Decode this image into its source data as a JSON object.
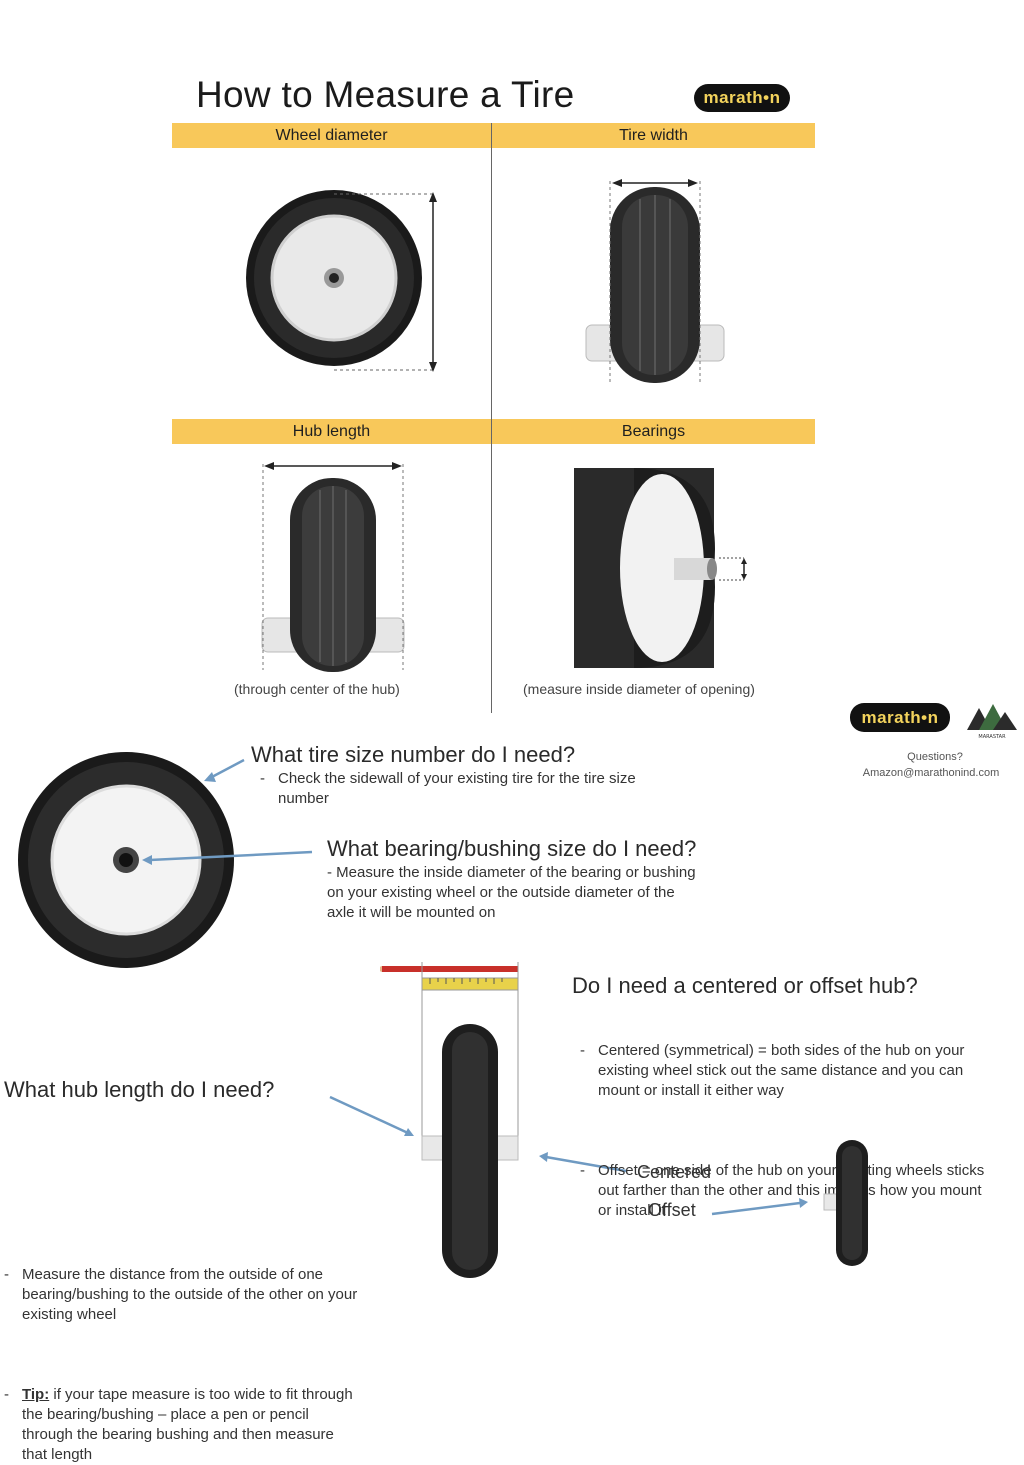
{
  "title": "How to Measure a Tire",
  "brand_logo": "marath•n",
  "sections": {
    "wheel_diameter": "Wheel diameter",
    "tire_width": "Tire width",
    "hub_length": "Hub length",
    "bearings": "Bearings"
  },
  "captions": {
    "hub": "(through center of the hub)",
    "bearings": "(measure inside diameter of opening)"
  },
  "contact": {
    "logo": "marath•n",
    "logo2_label": "MARASTAR",
    "questions": "Questions?",
    "email": "Amazon@marathonind.com"
  },
  "faq": {
    "tire_size": {
      "heading": "What tire size number do I need?",
      "bullet": "Check the sidewall of your existing tire for the tire size number"
    },
    "bearing": {
      "heading": "What bearing/bushing size do I need?",
      "text": "- Measure the inside diameter of the bearing or bushing on your existing wheel or the outside diameter of the axle it will be mounted on"
    },
    "offset": {
      "heading": "Do I need a centered or offset hub?",
      "bullet1": "Centered (symmetrical) = both sides of the hub on your existing wheel stick out the same distance and you can mount or install it either way",
      "bullet2": "Offset = one side of the hub on your existing wheels sticks out farther than the other and this impacts how you mount or install it"
    },
    "hub_length": {
      "heading": "What hub length do I need?",
      "bullet1": "Measure the distance from the outside of one bearing/bushing to the outside of the other on your existing wheel",
      "tip_label": "Tip:",
      "tip_text": " if your tape measure is too wide to fit through the bearing/bushing – place a pen or pencil through the bearing bushing and then measure that length"
    }
  },
  "labels": {
    "centered": "Centered",
    "offset": "Offset"
  },
  "colors": {
    "header_bar": "#f8c85a",
    "logo_bg": "#111111",
    "logo_text": "#f3d35c",
    "arrow_blue": "#6f9ac2",
    "pencil_red": "#c8302a",
    "tape_yellow": "#e8d24a"
  }
}
